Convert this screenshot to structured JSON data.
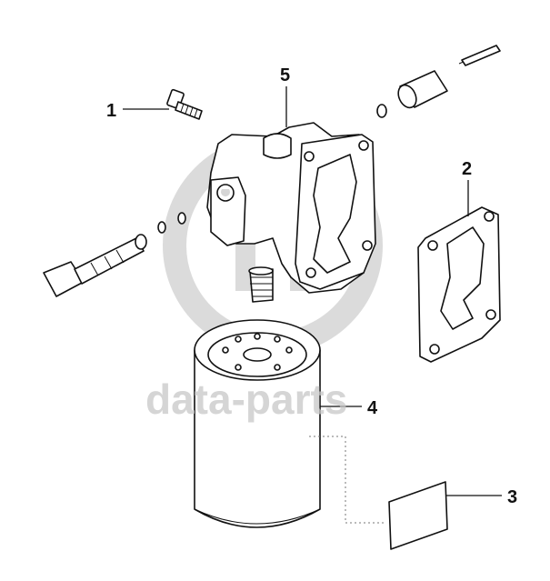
{
  "watermark": {
    "text": "data-parts"
  },
  "callouts": [
    {
      "id": "1",
      "label": "1"
    },
    {
      "id": "2",
      "label": "2"
    },
    {
      "id": "3",
      "label": "3"
    },
    {
      "id": "4",
      "label": "4"
    },
    {
      "id": "5",
      "label": "5"
    }
  ]
}
